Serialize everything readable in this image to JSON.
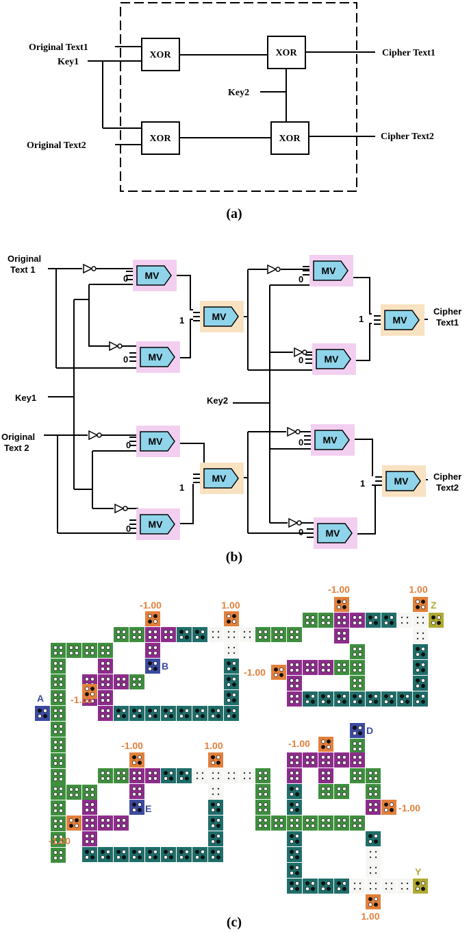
{
  "panel_a": {
    "caption": "(a)",
    "inputs": [
      "Original Text1",
      "Key1",
      "Original Text2",
      "Key2"
    ],
    "outputs": [
      "Cipher Text1",
      "Cipher Text2"
    ],
    "gate_label": "XOR"
  },
  "panel_b": {
    "caption": "(b)",
    "inputs": [
      "Original",
      "Text 1",
      "Key1",
      "Original",
      "Text 2",
      "Key2"
    ],
    "outputs": [
      "Cipher",
      "Text1",
      "Cipher",
      "Text2"
    ],
    "gate_label": "MV",
    "const0": "0",
    "const1": "1"
  },
  "panel_c": {
    "caption": "(c)",
    "neg_value": "-1.00",
    "pos_value": "1.00",
    "labels": {
      "A": "A",
      "B": "B",
      "D": "D",
      "E": "E",
      "Y": "Y",
      "Z": "Z"
    }
  },
  "colors": {
    "green": "#3e8f3e",
    "teal": "#1f6e6a",
    "purple": "#8e2c8c",
    "orange": "#e2803c",
    "blue": "#3c4aa0",
    "olive": "#b0aa32",
    "mv_fill": "#8fd4ea",
    "mv_pink": "#f2cff0",
    "mv_tan": "#f8e2c2"
  }
}
